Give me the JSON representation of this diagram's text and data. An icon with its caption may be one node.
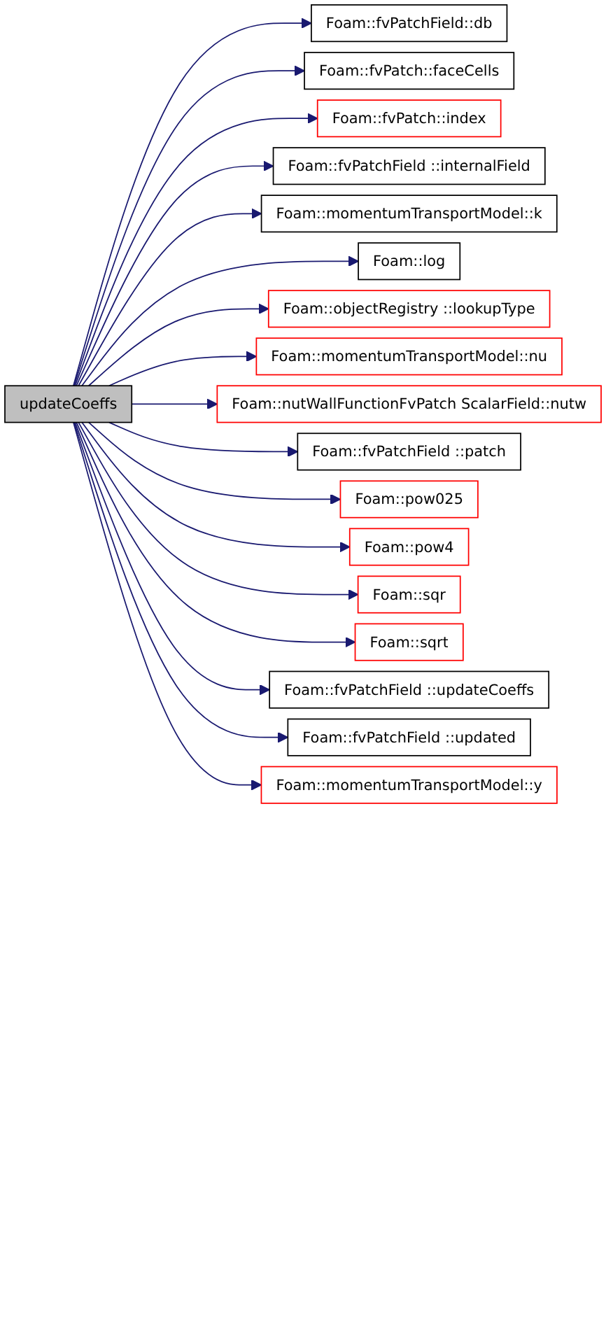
{
  "diagram": {
    "nodes": [
      {
        "text": [
          "updateCoeffs"
        ]
      },
      {
        "text": [
          "Foam::fvPatchField::db"
        ]
      },
      {
        "text": [
          "Foam::fvPatch::faceCells"
        ]
      },
      {
        "text": [
          "Foam::fvPatch::index"
        ]
      },
      {
        "text": [
          "Foam::fvPatchField ::internalField"
        ]
      },
      {
        "text": [
          "Foam::momentumTransportModel::k"
        ]
      },
      {
        "text": [
          "Foam::log"
        ]
      },
      {
        "text": [
          "Foam::objectRegistry ::lookupType"
        ]
      },
      {
        "text": [
          "Foam::momentumTransportModel::nu"
        ]
      },
      {
        "text": [
          "Foam::nutWallFunctionFvPatch ScalarField::nutw"
        ]
      },
      {
        "text": [
          "Foam::fvPatchField ::patch"
        ]
      },
      {
        "text": [
          "Foam::pow025"
        ]
      },
      {
        "text": [
          "Foam::pow4"
        ]
      },
      {
        "text": [
          "Foam::sqr"
        ]
      },
      {
        "text": [
          "Foam::sqrt"
        ]
      },
      {
        "text": [
          "Foam::fvPatchField ::updateCoeffs"
        ]
      },
      {
        "text": [
          "Foam::fvPatchField ::updated"
        ]
      },
      {
        "text": [
          "Foam::momentumTransportModel::y"
        ]
      }
    ],
    "edges": [
      {
        "from": 0,
        "to": 1,
        "arrow": "to"
      },
      {
        "from": 0,
        "to": 2,
        "arrow": "to"
      },
      {
        "from": 0,
        "to": 3,
        "arrow": "to"
      },
      {
        "from": 0,
        "to": 4,
        "arrow": "to"
      },
      {
        "from": 0,
        "to": 5,
        "arrow": "to"
      },
      {
        "from": 0,
        "to": 6,
        "arrow": "to"
      },
      {
        "from": 0,
        "to": 7,
        "arrow": "to"
      },
      {
        "from": 0,
        "to": 8,
        "arrow": "to"
      },
      {
        "from": 0,
        "to": 9,
        "arrow": "to"
      },
      {
        "from": 0,
        "to": 10,
        "arrow": "to"
      },
      {
        "from": 0,
        "to": 11,
        "arrow": "to"
      },
      {
        "from": 0,
        "to": 12,
        "arrow": "to"
      },
      {
        "from": 0,
        "to": 13,
        "arrow": "to"
      },
      {
        "from": 0,
        "to": 14,
        "arrow": "to"
      },
      {
        "from": 0,
        "to": 15,
        "arrow": "to"
      },
      {
        "from": 0,
        "to": 16,
        "arrow": "to"
      },
      {
        "from": 0,
        "to": 17,
        "arrow": "to"
      }
    ]
  }
}
